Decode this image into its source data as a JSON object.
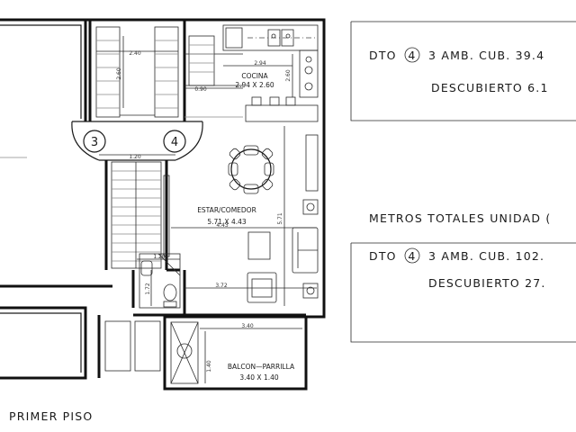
{
  "rooms": {
    "kitchen": {
      "name": "COCINA",
      "size": "2.94 X 2.60"
    },
    "living": {
      "name": "ESTAR/COMEDOR",
      "size": "5.71 X 4.43"
    },
    "balcony": {
      "name": "BALCON—PARRILLA",
      "size": "3.40 X 1.40"
    }
  },
  "dimensions": {
    "stair_width": "2.40",
    "stair_length": "2.60",
    "kitchen_width": "2.94",
    "kitchen_depth": "2.60",
    "hall_gap": "0.90",
    "landing_width": "1.20",
    "living_width": "4.43",
    "living_length": "5.71",
    "bath_width": "1.20",
    "bath_depth": "1.72",
    "lower_width": "3.72",
    "balcony_width": "3.40",
    "balcony_depth": "1.40"
  },
  "unit_markers": {
    "left": "3",
    "right": "4"
  },
  "floor_label": "PRIMER PISO",
  "panels": {
    "top": {
      "prefix": "DTO",
      "unit": "4",
      "line1": "3 AMB. CUB. 39.4",
      "line2": "DESCUBIERTO 6.1"
    },
    "total_heading": "METROS TOTALES UNIDAD (",
    "bottom": {
      "prefix": "DTO",
      "unit": "4",
      "line1": "3 AMB. CUB. 102.",
      "line2": "DESCUBIERTO 27."
    }
  }
}
